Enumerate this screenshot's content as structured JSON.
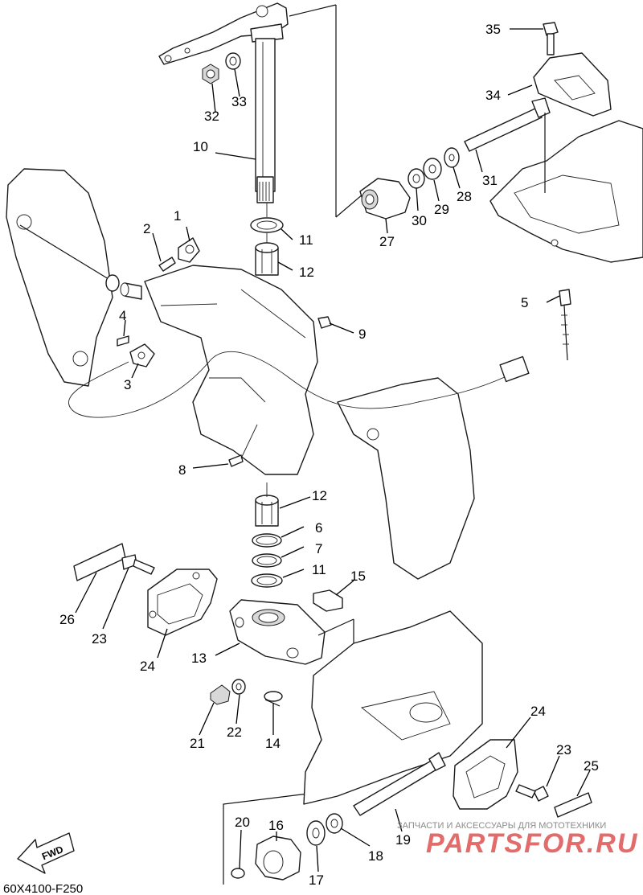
{
  "diagram": {
    "callouts": [
      {
        "id": "1",
        "label": "1"
      },
      {
        "id": "2",
        "label": "2"
      },
      {
        "id": "3",
        "label": "3"
      },
      {
        "id": "4",
        "label": "4"
      },
      {
        "id": "5",
        "label": "5"
      },
      {
        "id": "6",
        "label": "6"
      },
      {
        "id": "7",
        "label": "7"
      },
      {
        "id": "8",
        "label": "8"
      },
      {
        "id": "9",
        "label": "9"
      },
      {
        "id": "10",
        "label": "10"
      },
      {
        "id": "11a",
        "label": "11"
      },
      {
        "id": "11b",
        "label": "11"
      },
      {
        "id": "12a",
        "label": "12"
      },
      {
        "id": "12b",
        "label": "12"
      },
      {
        "id": "13",
        "label": "13"
      },
      {
        "id": "14",
        "label": "14"
      },
      {
        "id": "15",
        "label": "15"
      },
      {
        "id": "16",
        "label": "16"
      },
      {
        "id": "17",
        "label": "17"
      },
      {
        "id": "18",
        "label": "18"
      },
      {
        "id": "19",
        "label": "19"
      },
      {
        "id": "20",
        "label": "20"
      },
      {
        "id": "21",
        "label": "21"
      },
      {
        "id": "22",
        "label": "22"
      },
      {
        "id": "23a",
        "label": "23"
      },
      {
        "id": "23b",
        "label": "23"
      },
      {
        "id": "24a",
        "label": "24"
      },
      {
        "id": "24b",
        "label": "24"
      },
      {
        "id": "25",
        "label": "25"
      },
      {
        "id": "26",
        "label": "26"
      },
      {
        "id": "27",
        "label": "27"
      },
      {
        "id": "28",
        "label": "28"
      },
      {
        "id": "29",
        "label": "29"
      },
      {
        "id": "30",
        "label": "30"
      },
      {
        "id": "31",
        "label": "31"
      },
      {
        "id": "32",
        "label": "32"
      },
      {
        "id": "33",
        "label": "33"
      },
      {
        "id": "34",
        "label": "34"
      },
      {
        "id": "35",
        "label": "35"
      }
    ],
    "fwd_label": "FWD",
    "figure_code": "60X4100-F250"
  },
  "watermark": {
    "caption": "ЗАПЧАСТИ И АКСЕССУАРЫ ДЛЯ МОТОТЕХНИКИ",
    "brand": "PARTSFOR.RU"
  },
  "colors": {
    "ink": "#000000",
    "watermark_caption": "#8a8a8a",
    "watermark_brand": "#e26b6b"
  }
}
